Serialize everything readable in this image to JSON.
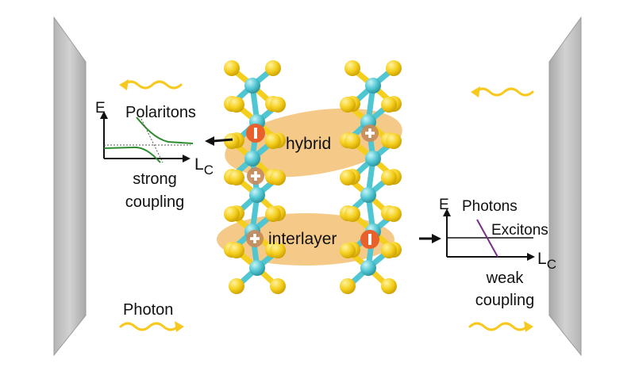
{
  "colors": {
    "mirror": "#c4c4c4",
    "mirror_edge": "#9a9a9a",
    "sulfur": "#f5cf1d",
    "metal": "#4fc6d2",
    "photon_wave": "#f7c81e",
    "exciton_blob": "#f3bd6a",
    "electron": "#e8612c",
    "hole": "#c98a5b",
    "polariton_curve": "#2e8b2e",
    "photon_line": "#7a2e8c",
    "axis": "#111111"
  },
  "strong": {
    "axis_y": "E",
    "axis_x": "L",
    "axis_x_sub": "C",
    "title": "Polaritons",
    "caption_line1": "strong",
    "caption_line2": "coupling"
  },
  "weak": {
    "axis_y": "E",
    "axis_x": "L",
    "axis_x_sub": "C",
    "photons_label": "Photons",
    "excitons_label": "Excitons",
    "caption_line1": "weak",
    "caption_line2": "coupling"
  },
  "excitons": {
    "hybrid_label": "hybrid",
    "interlayer_label": "interlayer"
  },
  "photon_label": "Photon",
  "icons": [
    "wavy-photon-arrow-icon",
    "arrow-icon",
    "electron-minus-icon",
    "hole-plus-icon"
  ]
}
